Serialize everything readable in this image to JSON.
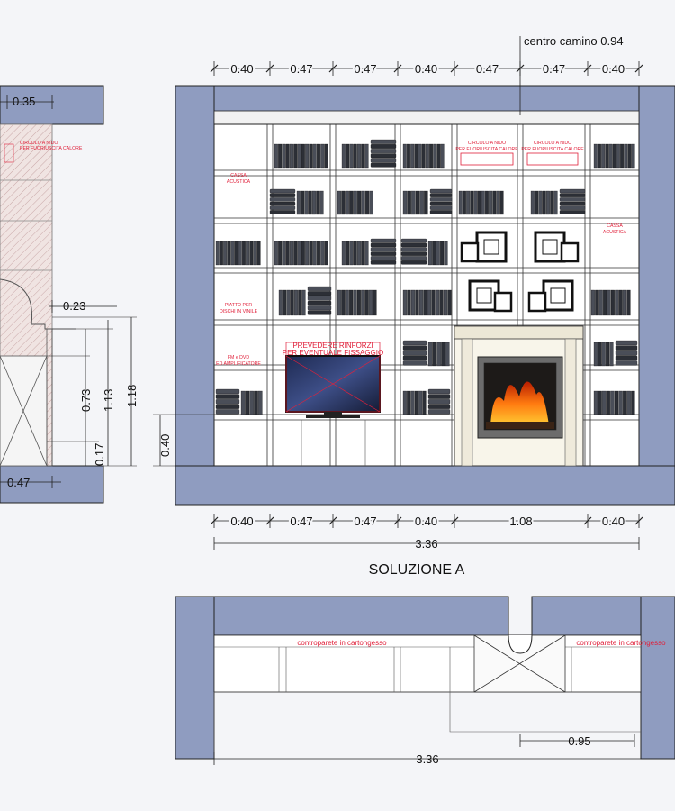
{
  "title": "SOLUZIONE A",
  "annotations": {
    "center_label": "centro camino 0.94",
    "cassa_left_1": "CASSA",
    "cassa_left_2": "ACUSTICA",
    "cassa_right_1": "CASSA",
    "cassa_right_2": "ACUSTICA",
    "piatto_1": "PIATTO PER",
    "piatto_2": "DISCHI IN VINILE",
    "dvd_1": "FM e DVD",
    "dvd_2": "ED AMPLIFICATORE",
    "tv_1": "PREVEDERE RINFORZI",
    "tv_2": "PER EVENTUALE FISSAGGIO",
    "circle_a_1": "CIRCOLO A NIDO",
    "circle_a_2": "PER FUORIUSCITA CALORE",
    "circle_b_1": "CIRCOLO A NIDO",
    "circle_b_2": "PER FUORIUSCITA CALORE",
    "side_note_1": "CIRCOLO A NIDO",
    "side_note_2": "PER FUORIUSCITA CALORE",
    "plan_note_left": "controparete in cartongesso",
    "plan_note_right": "controparete in cartongesso"
  },
  "dimensions": {
    "top": [
      "0.40",
      "0.47",
      "0.47",
      "0.40",
      "0.47",
      "0.47",
      "0.40"
    ],
    "bottom": [
      "0.40",
      "0.47",
      "0.47",
      "0.40",
      "1.08",
      "0.40"
    ],
    "total": "3.36",
    "base_height": "0.40",
    "side_top": "0.35",
    "side_depth": "0.23",
    "side_h1": "0.73",
    "side_h2": "1.13",
    "side_h3": "1.18",
    "side_h4": "0.17",
    "side_bottom": "0.47",
    "plan_fireplace": "0.95",
    "plan_total": "3.36"
  }
}
